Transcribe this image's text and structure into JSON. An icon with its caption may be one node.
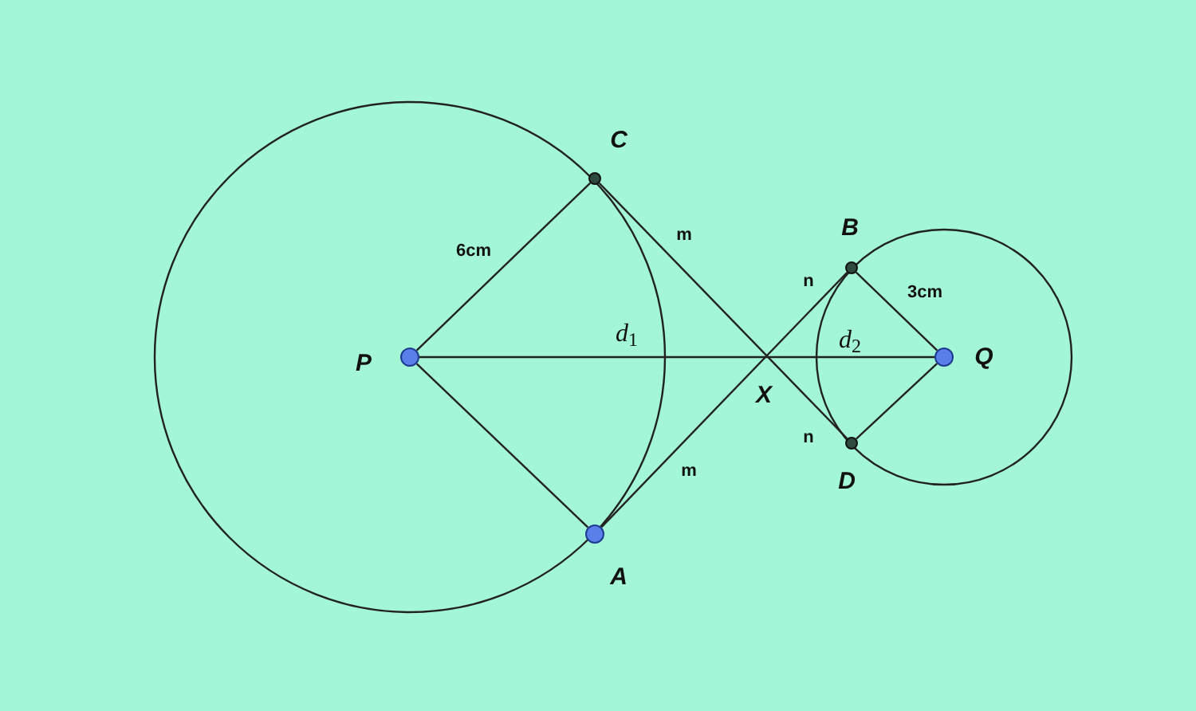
{
  "diagram": {
    "nodes": [
      {
        "text": [],
        "shape": "circle",
        "beside": [
          "P"
        ]
      },
      {
        "text": [],
        "shape": "dot",
        "beside": [
          "C"
        ]
      },
      {
        "text": [],
        "shape": "circle",
        "beside": [
          "A"
        ]
      },
      {
        "text": [],
        "shape": "dot",
        "beside": [
          "B"
        ]
      },
      {
        "text": [],
        "shape": "dot",
        "beside": [
          "D"
        ]
      },
      {
        "text": [],
        "shape": "circle",
        "beside": [
          "Q"
        ]
      }
    ],
    "edges": [
      {
        "from": 0,
        "to": 1,
        "arrow": "none",
        "label": "6cm"
      },
      {
        "from": 0,
        "to": 2,
        "arrow": "none"
      },
      {
        "from": 0,
        "to": 5,
        "arrow": "none"
      },
      {
        "from": 1,
        "to": 4,
        "arrow": "none"
      },
      {
        "from": 2,
        "to": 3,
        "arrow": "none"
      },
      {
        "from": 5,
        "to": 3,
        "arrow": "none",
        "label": "3cm"
      },
      {
        "from": 5,
        "to": 4,
        "arrow": "none"
      }
    ],
    "labels": [
      "m",
      "n",
      "*d*$_{1}$",
      "*d*$_{2}$",
      "X",
      "n",
      "m"
    ]
  }
}
